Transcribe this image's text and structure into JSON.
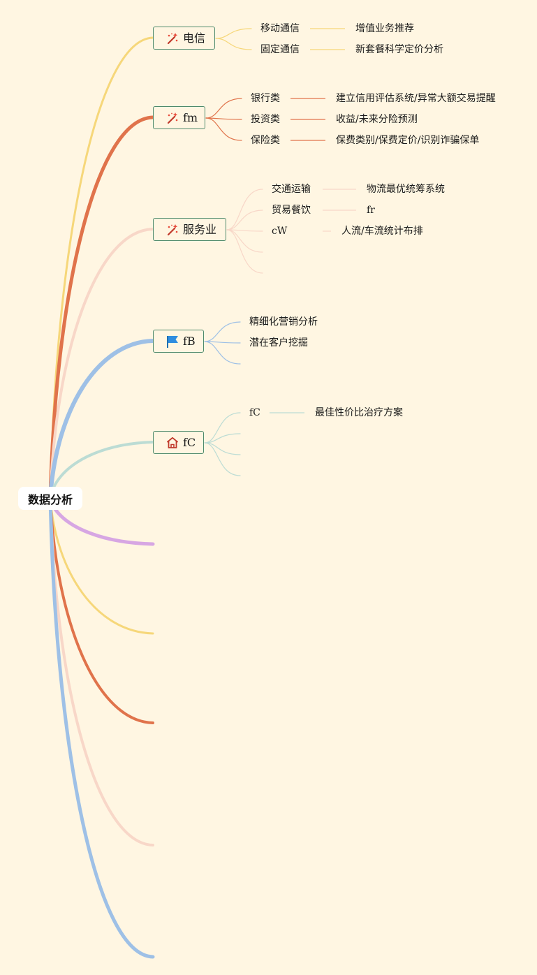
{
  "root": {
    "label": "数据分析"
  },
  "branches": [
    {
      "label": "电信",
      "icon": "magic-wand-icon",
      "color": "#f6d77a",
      "children": [
        {
          "label": "移动通信",
          "children": [
            "增值业务推荐"
          ]
        },
        {
          "label": "固定通信",
          "children": [
            "新套餐科学定价分析"
          ]
        }
      ]
    },
    {
      "label": "fm",
      "icon": "magic-wand-icon",
      "color": "#e0734b",
      "children": [
        {
          "label": "银行类",
          "children": [
            "建立信用评估系统/异常大额交易提醒"
          ]
        },
        {
          "label": "投资类",
          "children": [
            "收益/未来分险预测"
          ]
        },
        {
          "label": "保险类",
          "children": [
            "保费类别/保费定价/识别诈骗保单"
          ]
        }
      ]
    },
    {
      "label": "服务业",
      "icon": "magic-wand-icon",
      "color": "#f8d7c8",
      "children": [
        {
          "label": "交通运输",
          "children": [
            "物流最优统筹系统"
          ]
        },
        {
          "label": "贸易餐饮",
          "children": [
            "fr"
          ]
        },
        {
          "label": "cW",
          "children": [
            "人流/车流统计布排"
          ]
        },
        {
          "label": "",
          "children": []
        },
        {
          "label": "",
          "children": []
        }
      ]
    },
    {
      "label": "fB",
      "icon": "flag-icon",
      "color": "#9ec0e6",
      "children": [
        {
          "label": "精细化营销分析",
          "children": []
        },
        {
          "label": "潜在客户挖掘",
          "children": []
        },
        {
          "label": "",
          "children": []
        }
      ]
    },
    {
      "label": "fC",
      "icon": "home-icon",
      "color": "#bcdcd4",
      "children": [
        {
          "label": "fC",
          "children": [
            "最佳性价比治疗方案"
          ]
        },
        {
          "label": "",
          "children": []
        },
        {
          "label": "",
          "children": []
        },
        {
          "label": "",
          "children": []
        }
      ]
    }
  ],
  "extra_branch_colors": [
    "#d7a6e3",
    "#f6d77a",
    "#e0734b",
    "#f8d7c8",
    "#9ec0e6"
  ]
}
